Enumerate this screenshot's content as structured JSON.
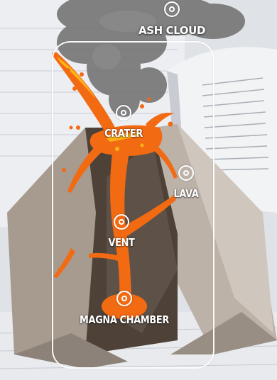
{
  "labels": {
    "ash_cloud": "ASH CLOUD",
    "crater": "CRATER",
    "lava": "LAVA",
    "vent": "VENT",
    "magma_chamber": "MAGNA CHAMBER"
  },
  "icons": {
    "hotspot": "target-ring-icon"
  },
  "colors": {
    "lava": "#f26a12",
    "lava_highlight": "#ffb11a",
    "rock_light": "#b8ada2",
    "rock_dark": "#4d4138",
    "smoke": "#777777",
    "label": "#ffffff"
  }
}
